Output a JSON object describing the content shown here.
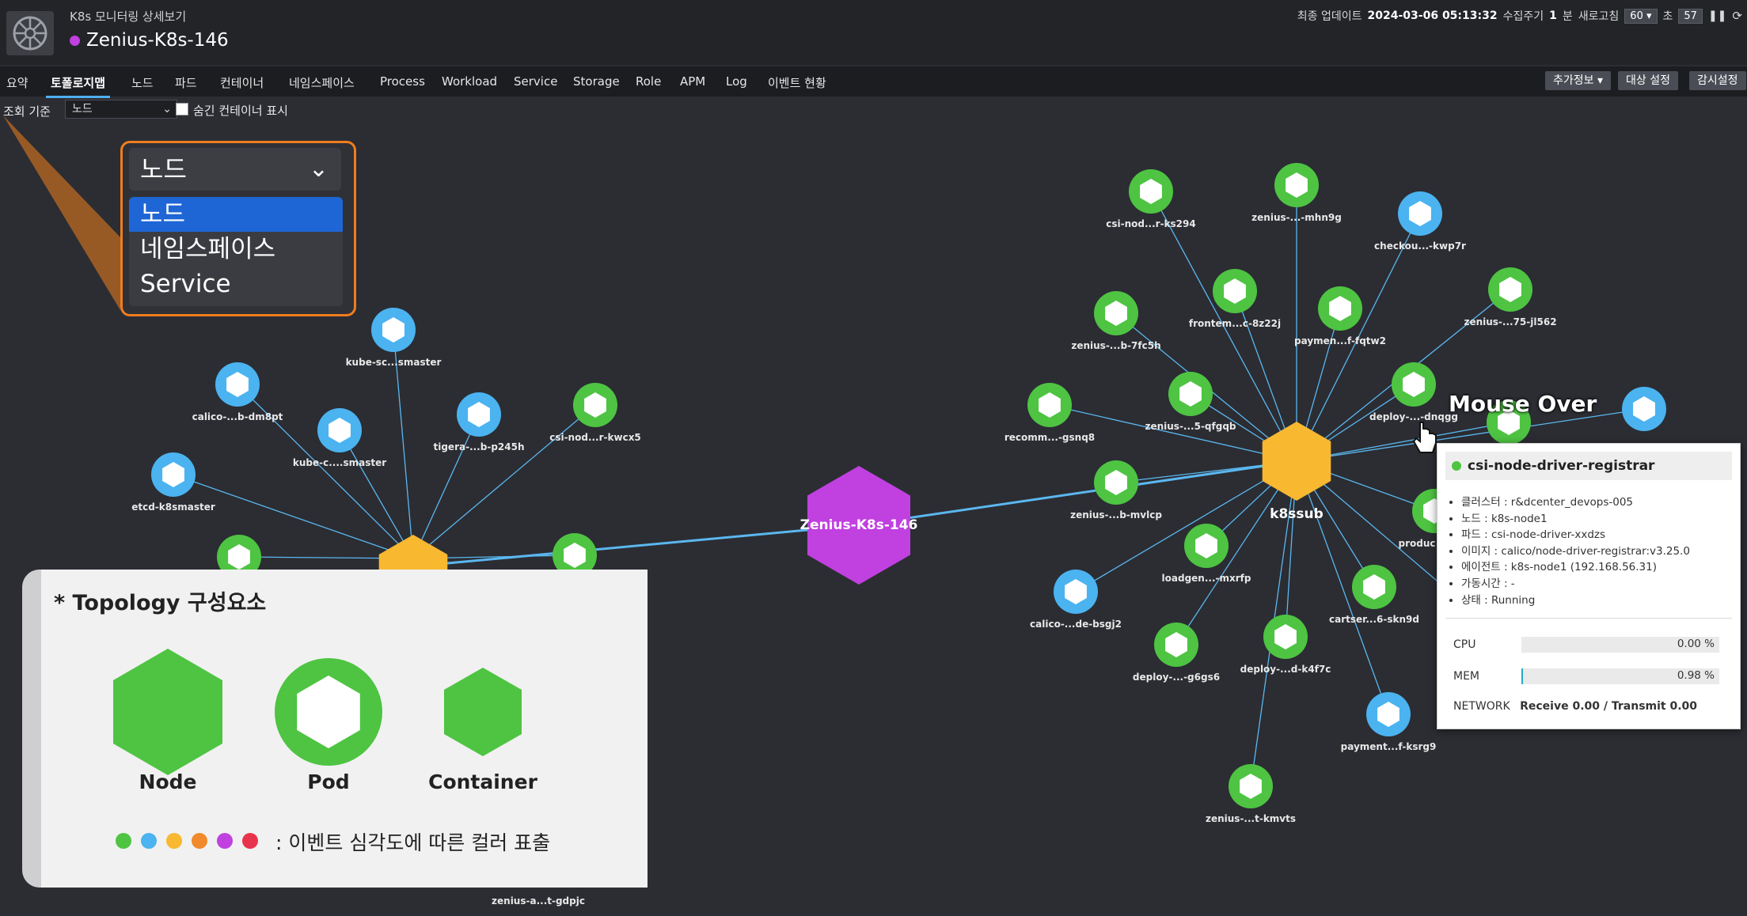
{
  "header": {
    "sub_title": "K8s 모니터링 상세보기",
    "title": "Zenius-K8s-146",
    "status_color": "#c040e0",
    "last_update_label": "최종 업데이트",
    "last_update_value": "2024-03-06 05:13:32",
    "interval_label": "수집주기",
    "interval_value": "1",
    "interval_unit": "분",
    "refresh_label": "새로고침",
    "refresh_select": "60",
    "seconds_unit": "초",
    "countdown": "57"
  },
  "tabs": [
    "요약",
    "토폴로지맵",
    "노드",
    "파드",
    "컨테이너",
    "네임스페이스",
    "Process",
    "Workload",
    "Service",
    "Storage",
    "Role",
    "APM",
    "Log",
    "이벤트 현황"
  ],
  "active_tab_index": 1,
  "toolbar": {
    "extra_info": "추가정보 ▾",
    "target_settings": "대상 설정",
    "watch_settings": "감시설정"
  },
  "filter": {
    "label": "조회 기준",
    "select_value": "노드",
    "hidden_checkbox_label": "숨긴 컨테이너 표시"
  },
  "zoom_dropdown": {
    "selected": "노드",
    "options": [
      "노드",
      "네임스페이스",
      "Service"
    ],
    "highlighted_index": 0
  },
  "topology": {
    "center": {
      "label": "Zenius-K8s-146",
      "color": "#c040e0"
    },
    "hub_right_label": "k8ssub",
    "hub_color": "#f8b830",
    "edge_color": "#5bb7ef",
    "pod_colors": {
      "green": "#4ec442",
      "blue": "#4bb3f0"
    },
    "pod_labels_right": [
      "csi-nod...r-ks294",
      "zenius-...-mhn9g",
      "checkou...-kwp7r",
      "frontem...c-8z22j",
      "paymen...f-fqtw2",
      "zenius-...75-jl562",
      "zenius-...b-7fc5h",
      "zenius-...5-qfgqb",
      "recomm...-gsnq8",
      "deploy-...-dnqgg",
      "zenius-...b-mvlcp",
      "loadgen...-mxrfp",
      "cartser...6-skn9d",
      "calico-...de-bsgj2",
      "deploy-...-g6gs6",
      "deploy-...d-k4f7c",
      "payment...f-ksrg9",
      "zenius-...t-kmvts",
      "produc"
    ],
    "pod_labels_left": [
      "kube-sc...smaster",
      "calico-...b-dm8pt",
      "kube-c....smaster",
      "tigera-...b-p245h",
      "csi-nod...r-kwcx5",
      "etcd-k8smaster",
      "zenius-a...t-gdpjc"
    ]
  },
  "legend": {
    "title": "* Topology 구성요소",
    "items": [
      "Node",
      "Pod",
      "Container"
    ],
    "node_color": "#4ec442",
    "severity_colors": [
      "#4ec442",
      "#4bb3f0",
      "#f8b830",
      "#f08a2a",
      "#c040e0",
      "#e8344a"
    ],
    "note": ":  이벤트 심각도에 따른 컬러 표출"
  },
  "mouse_over": "Mouse Over",
  "popup": {
    "title": "csi-node-driver-registrar",
    "status_color": "#4ec442",
    "info": [
      "클러스터 : r&dcenter_devops-005",
      "노드 : k8s-node1",
      "파드 : csi-node-driver-xxdzs",
      "이미지 : calico/node-driver-registrar:v3.25.0",
      "에이전트 : k8s-node1 (192.168.56.31)",
      "가동시간 : -",
      "상태 : Running"
    ],
    "cpu_label": "CPU",
    "cpu_value": "0.00 %",
    "cpu_percent": 0.0,
    "mem_label": "MEM",
    "mem_value": "0.98 %",
    "mem_percent": 0.98,
    "network_label": "NETWORK",
    "network_value": "Receive 0.00 / Transmit 0.00"
  }
}
